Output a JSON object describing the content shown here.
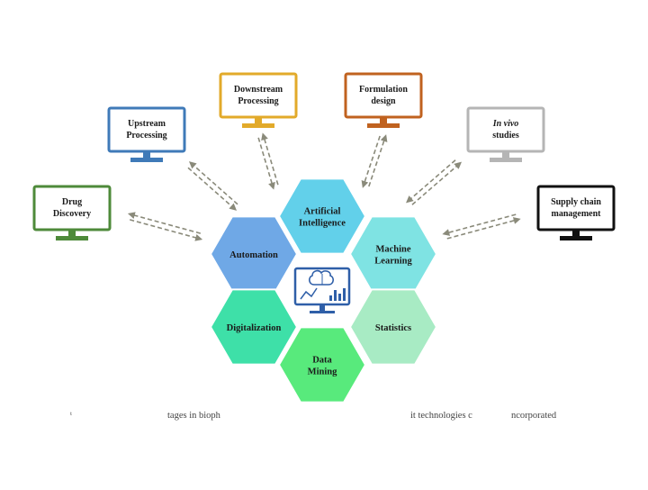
{
  "monitors": [
    {
      "id": "drug-discovery",
      "lines": [
        "Drug",
        "Discovery"
      ],
      "color": "#4e8a3a",
      "italic_first": false
    },
    {
      "id": "upstream-processing",
      "lines": [
        "Upstream",
        "Processing"
      ],
      "color": "#3f7ab8",
      "italic_first": false
    },
    {
      "id": "downstream-processing",
      "lines": [
        "Downstream",
        "Processing"
      ],
      "color": "#e2aa2a",
      "italic_first": false
    },
    {
      "id": "formulation-design",
      "lines": [
        "Formulation",
        "design"
      ],
      "color": "#c0621f",
      "italic_first": false
    },
    {
      "id": "in-vivo-studies",
      "lines": [
        "In vivo",
        "studies"
      ],
      "color": "#b5b5b5",
      "italic_first": true
    },
    {
      "id": "supply-chain-management",
      "lines": [
        "Supply chain",
        "management"
      ],
      "color": "#111111",
      "italic_first": false
    }
  ],
  "hexagons": [
    {
      "id": "artificial-intelligence",
      "lines": [
        "Artificial",
        "Intelligence"
      ],
      "color": "#62d0ea"
    },
    {
      "id": "automation",
      "lines": [
        "Automation"
      ],
      "color": "#6fa8e6"
    },
    {
      "id": "machine-learning",
      "lines": [
        "Machine",
        "Learning"
      ],
      "color": "#7fe3e3"
    },
    {
      "id": "digitalization",
      "lines": [
        "Digitalization"
      ],
      "color": "#3ee0a8"
    },
    {
      "id": "statistics",
      "lines": [
        "Statistics"
      ],
      "color": "#a8ebc4"
    },
    {
      "id": "data-mining",
      "lines": [
        "Data",
        "Mining"
      ],
      "color": "#58ea7c"
    }
  ],
  "center_icon": "brain-monitor-icon",
  "arrow_color": "#8a8a7a",
  "caption_fragments": [
    "ᵗ",
    "tages in bioph",
    "it technologies c",
    "ncorporated"
  ]
}
